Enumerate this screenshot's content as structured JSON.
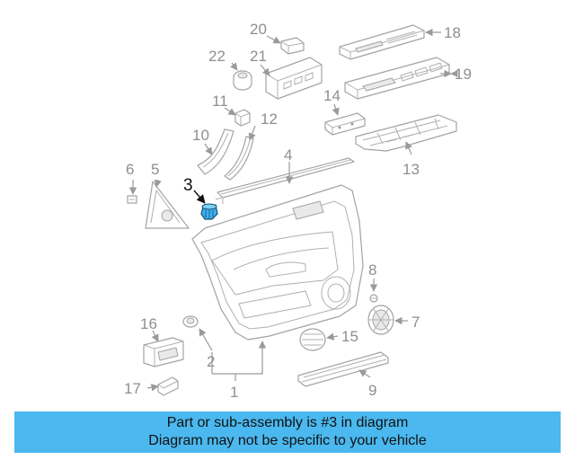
{
  "callouts": {
    "c1": "1",
    "c2": "2",
    "c3": "3",
    "c4": "4",
    "c5": "5",
    "c6": "6",
    "c7": "7",
    "c8": "8",
    "c9": "9",
    "c10": "10",
    "c11": "11",
    "c12": "12",
    "c13": "13",
    "c14": "14",
    "c15": "15",
    "c16": "16",
    "c17": "17",
    "c18": "18",
    "c19": "19",
    "c20": "20",
    "c21": "21",
    "c22": "22"
  },
  "highlight_color": "#3ab2ef",
  "banner": {
    "line1": "Part or sub-assembly is #3 in diagram",
    "line2": "Diagram may not be specific to your vehicle",
    "color": "#4bb8ef"
  }
}
